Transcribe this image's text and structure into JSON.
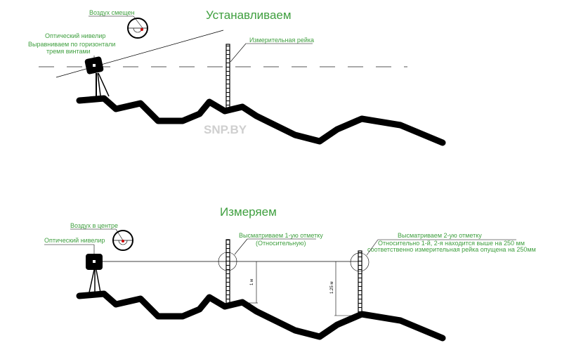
{
  "watermark": "SNP.BY",
  "top": {
    "title": "Устанавливаем",
    "bubble_label": "Воздух смещен",
    "level_label_1": "Оптический нивелир",
    "level_label_2": "Выравниваем по горизонтали",
    "level_label_3": "тремя винтами",
    "staff_label": "Измерительная рейка"
  },
  "bottom": {
    "title": "Измеряем",
    "bubble_label": "Воздух в центре",
    "level_label": "Оптический нивелир",
    "mark1_label_1": "Высматриваем 1-ую отметку",
    "mark1_label_2": "(Относительную)",
    "mark2_label_1": "Высматриваем 2-ую отметку",
    "mark2_label_2": "Относительно 1-й, 2-я находится выше на 250 мм",
    "mark2_label_3": "соответственно измерительная рейка опущена на 250мм",
    "dim1": "1 м",
    "dim2": "1.25 м"
  },
  "colors": {
    "label": "#3f9f3f",
    "ink": "#000000",
    "bubble": "#cc0000"
  }
}
